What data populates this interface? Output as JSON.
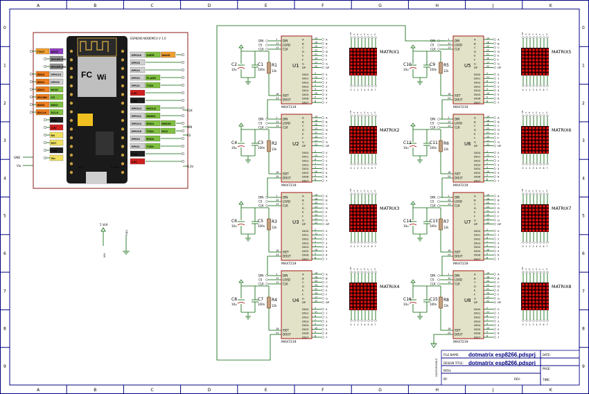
{
  "grid": {
    "columns": [
      "A",
      "B",
      "C",
      "D",
      "E",
      "F",
      "G",
      "H",
      "J",
      "K"
    ],
    "rows": [
      "0",
      "1",
      "2",
      "3",
      "4",
      "5",
      "6",
      "7",
      "8",
      "9"
    ]
  },
  "title_block": {
    "file_name_label": "FILE NAME:",
    "file_name": "dotmatrix esp8266.pdsprj",
    "design_title_label": "DESIGN TITLE:",
    "design_title": "dotmatrix esp8266.pdsprj",
    "path_label": "PATH:",
    "by_label": "BY:",
    "rev_label": "REV:",
    "date_label": "DATE:",
    "page_label": "PAGE:",
    "time_label": "TIME:"
  },
  "nodemcu": {
    "board_title": "ESP8266 NODEMCU V 1.0",
    "left_pins": [
      {
        "label": "TOUT",
        "color": "#f0a030"
      },
      {
        "label": "ADC0",
        "color": "#9040c0"
      },
      {
        "label": "RESERVED",
        "color": "#909090"
      },
      {
        "label": "RESERVED",
        "color": "#909090"
      },
      {
        "label": "SDD3",
        "color": "#f08020"
      },
      {
        "label": "GPIO10",
        "color": "#d0d0d0"
      },
      {
        "label": "SDD2",
        "color": "#f08020"
      },
      {
        "label": "GPIO9",
        "color": "#d0d0d0"
      },
      {
        "label": "SDD1",
        "color": "#f08020"
      },
      {
        "label": "MOSI",
        "color": "#80c040"
      },
      {
        "label": "SDCMD",
        "color": "#f08020"
      },
      {
        "label": "CS",
        "color": "#80c040"
      },
      {
        "label": "SDD0",
        "color": "#f08020"
      },
      {
        "label": "MISO",
        "color": "#80c040"
      },
      {
        "label": "SDCLK",
        "color": "#f08020"
      },
      {
        "label": "SCLK",
        "color": "#80c040"
      },
      {
        "label": "GND",
        "color": "#202020"
      },
      {
        "label": "3.3V",
        "color": "#d02020"
      },
      {
        "label": "EN",
        "color": "#f0e060"
      },
      {
        "label": "RST",
        "color": "#f0e060"
      },
      {
        "label": "GND",
        "color": "#202020"
      },
      {
        "label": "Vin",
        "color": "#f0e060"
      }
    ],
    "right_pins": [
      {
        "label": "GPIO16",
        "color": "#d0d0d0"
      },
      {
        "label": "USER",
        "color": "#80c040"
      },
      {
        "label": "WAKE",
        "color": "#f0a030"
      },
      {
        "label": "GPIO5",
        "color": "#d0d0d0"
      },
      {
        "label": "GPIO4",
        "color": "#d0d0d0"
      },
      {
        "label": "GPIO0",
        "color": "#d0d0d0"
      },
      {
        "label": "FLASH",
        "color": "#80c040"
      },
      {
        "label": "GPIO2",
        "color": "#d0d0d0"
      },
      {
        "label": "TXD1",
        "color": "#80c040"
      },
      {
        "label": "3.3V",
        "color": "#d02020"
      },
      {
        "label": "GND",
        "color": "#202020"
      },
      {
        "label": "GPIO14",
        "color": "#d0d0d0"
      },
      {
        "label": "HSCLK",
        "color": "#80c040"
      },
      {
        "label": "GPIO12",
        "color": "#d0d0d0"
      },
      {
        "label": "HMISO",
        "color": "#80c040"
      },
      {
        "label": "GPIO13",
        "color": "#d0d0d0"
      },
      {
        "label": "RXD2",
        "color": "#80c040"
      },
      {
        "label": "HMOSI",
        "color": "#80c040"
      },
      {
        "label": "GPIO15",
        "color": "#d0d0d0"
      },
      {
        "label": "TXD2",
        "color": "#80c040"
      },
      {
        "label": "HCS",
        "color": "#80c040"
      },
      {
        "label": "GPIO3",
        "color": "#d0d0d0"
      },
      {
        "label": "RXD0",
        "color": "#80c040"
      },
      {
        "label": "GPIO1",
        "color": "#d0d0d0"
      },
      {
        "label": "TXD0",
        "color": "#80c040"
      },
      {
        "label": "GND",
        "color": "#202020"
      },
      {
        "label": "3.3V",
        "color": "#d02020"
      }
    ],
    "left_ext": [
      "GND",
      "Vin"
    ],
    "right_ext": [
      "CLK",
      "DIN",
      "CS",
      "3.3V"
    ],
    "rst_label": "RST",
    "flash_label": "FLASH"
  },
  "power": {
    "vcc_label": "5 Volt",
    "vin_label": "VIN",
    "gnd_label": "GND"
  },
  "drivers": [
    {
      "ref": "U1",
      "part": "MAX7219",
      "matrix": "MATRIX1",
      "res": "R1",
      "res_val": "12k",
      "cap_a": "C2",
      "cap_a_val": "10u",
      "cap_b": "C1",
      "cap_b_val": "100n"
    },
    {
      "ref": "U2",
      "part": "MAX7219",
      "matrix": "MATRIX2",
      "res": "R2",
      "res_val": "12k",
      "cap_a": "C4",
      "cap_a_val": "10u",
      "cap_b": "C3",
      "cap_b_val": "100n"
    },
    {
      "ref": "U3",
      "part": "MAX7219",
      "matrix": "MATRIX3",
      "res": "R3",
      "res_val": "12k",
      "cap_a": "C6",
      "cap_a_val": "10u",
      "cap_b": "C5",
      "cap_b_val": "100n"
    },
    {
      "ref": "U4",
      "part": "MAX7219",
      "matrix": "MATRIX4",
      "res": "R4",
      "res_val": "12k",
      "cap_a": "C8",
      "cap_a_val": "10u",
      "cap_b": "C7",
      "cap_b_val": "100n"
    },
    {
      "ref": "U5",
      "part": "MAX7219",
      "matrix": "MATRIX5",
      "res": "R5",
      "res_val": "12k",
      "cap_a": "C10",
      "cap_a_val": "10u",
      "cap_b": "C9",
      "cap_b_val": "100n"
    },
    {
      "ref": "U6",
      "part": "MAX7219",
      "matrix": "MATRIX6",
      "res": "R6",
      "res_val": "12k",
      "cap_a": "C12",
      "cap_a_val": "10u",
      "cap_b": "C11",
      "cap_b_val": "100n"
    },
    {
      "ref": "U7",
      "part": "MAX7219",
      "matrix": "MATRIX7",
      "res": "R7",
      "res_val": "12k",
      "cap_a": "C14",
      "cap_a_val": "10u",
      "cap_b": "C13",
      "cap_b_val": "100n"
    },
    {
      "ref": "U8",
      "part": "MAX7219",
      "matrix": "MATRIX8",
      "res": "R8",
      "res_val": "12k",
      "cap_a": "C16",
      "cap_a_val": "10u",
      "cap_b": "C15",
      "cap_b_val": "100n"
    }
  ],
  "chip_left_pins": [
    "DIN",
    "LOAD",
    "CLK",
    "ISET",
    "DOUT"
  ],
  "chip_left_nums": [
    "1",
    "12",
    "13",
    "18",
    "24"
  ],
  "chip_right_pins": [
    "A",
    "B",
    "C",
    "D",
    "E",
    "F",
    "G",
    "DP",
    "DIG0",
    "DIG1",
    "DIG2",
    "DIG3",
    "DIG4",
    "DIG5",
    "DIG6",
    "DIG7"
  ],
  "chip_right_nums": [
    "14",
    "16",
    "20",
    "23",
    "21",
    "15",
    "17",
    "22",
    "2",
    "11",
    "6",
    "7",
    "3",
    "10",
    "5",
    "8"
  ],
  "net_labels_out": [
    "A",
    "B",
    "C",
    "D",
    "E",
    "F",
    "G",
    "DP",
    "0",
    "1",
    "2",
    "3",
    "4",
    "5",
    "6",
    "7"
  ],
  "matrix_top_pins": [
    "DP",
    "A",
    "B",
    "C",
    "D",
    "E",
    "F",
    "G"
  ],
  "matrix_bottom_pins": [
    "0",
    "1",
    "2",
    "3",
    "4",
    "5",
    "6",
    "7"
  ],
  "net_inputs": [
    "DIN",
    "CS",
    "CLK"
  ],
  "dout_tail_label": "DOUT/MODULE"
}
